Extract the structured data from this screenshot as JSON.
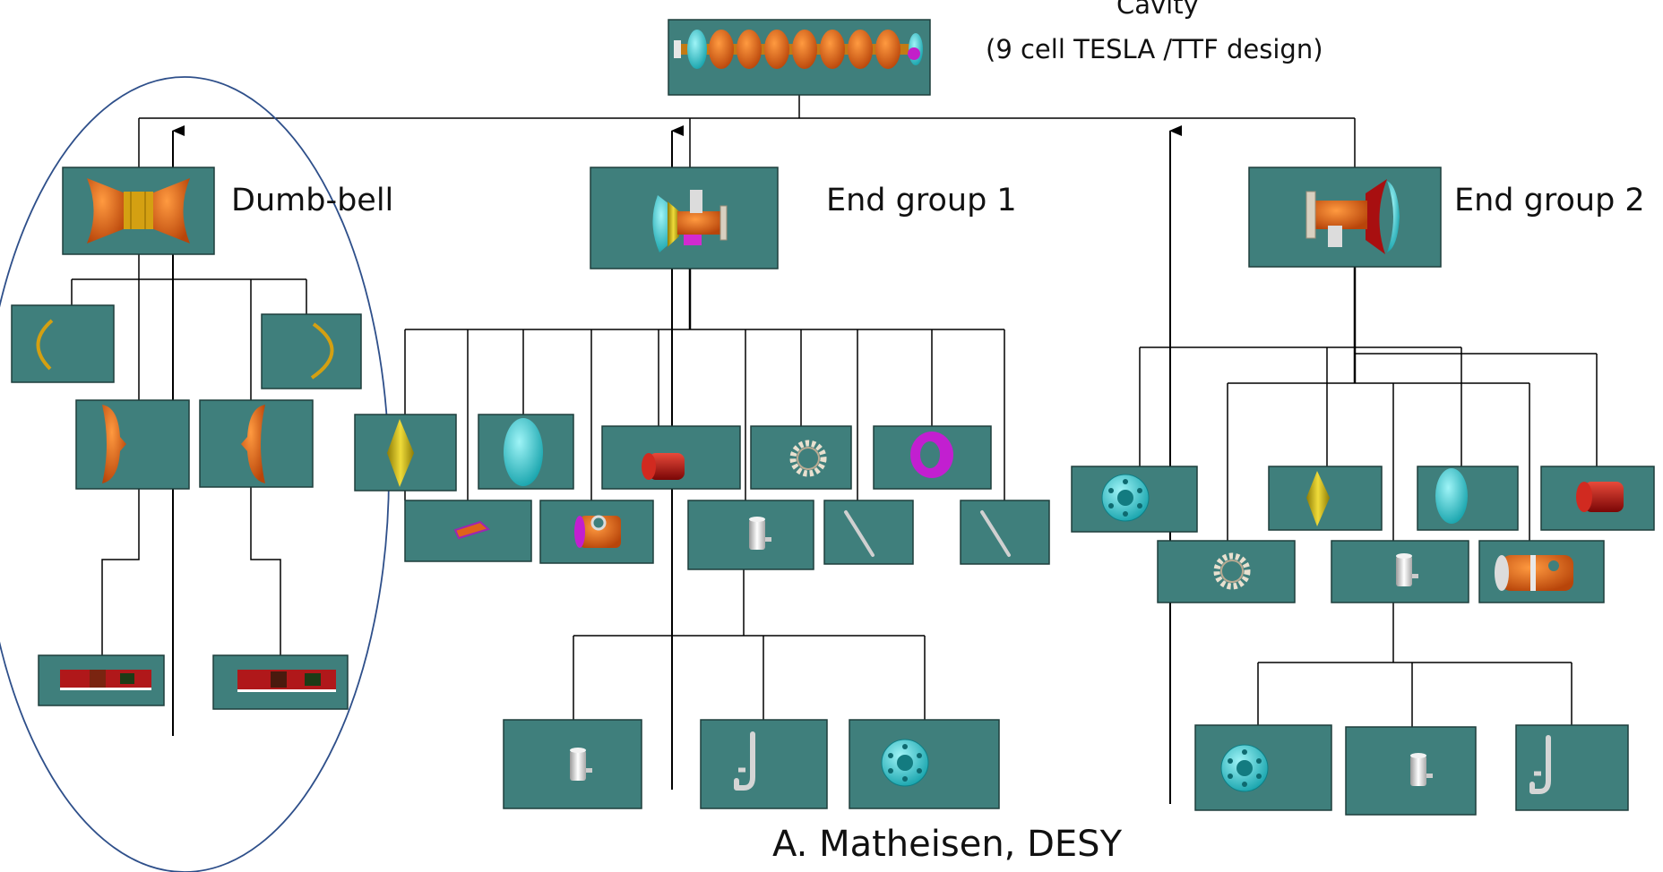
{
  "labels": {
    "cavity_top": "Cavity",
    "cavity_sub": "(9 cell TESLA /TTF design)",
    "dumbbell": "Dumb-bell",
    "end_group_1": "End group 1",
    "end_group_2": "End group 2",
    "credit": "A. Matheisen, DESY"
  },
  "colors": {
    "box_fill": "#3f7f7c",
    "line": "#000000",
    "ellipse": "#2e4f8a",
    "part_orange": "#e0620f",
    "part_cyan": "#28c6cf",
    "part_yellow": "#c9b40e",
    "part_red": "#c21010",
    "part_magenta": "#b51fc4",
    "part_silver": "#d9d9d9"
  },
  "parts": [
    {
      "id": "cavity",
      "icon": "cavity-9cell-icon"
    },
    {
      "id": "dumbbell",
      "icon": "dumbbell-icon"
    },
    {
      "id": "half-ring-left",
      "icon": "half-ring-icon"
    },
    {
      "id": "half-ring-right",
      "icon": "half-ring-icon"
    },
    {
      "id": "half-cell-left",
      "icon": "half-cell-icon"
    },
    {
      "id": "half-cell-right",
      "icon": "half-cell-icon"
    },
    {
      "id": "strip-left",
      "icon": "material-strip-icon"
    },
    {
      "id": "strip-right",
      "icon": "material-strip-icon"
    },
    {
      "id": "end-group-1",
      "icon": "end-group-icon"
    },
    {
      "id": "end-group-2",
      "icon": "end-group-icon"
    },
    {
      "id": "cone-yellow",
      "icon": "cone-icon"
    },
    {
      "id": "dome-cyan",
      "icon": "dome-icon"
    },
    {
      "id": "tube-red",
      "icon": "tube-icon"
    },
    {
      "id": "gear-ring",
      "icon": "gear-ring-icon"
    },
    {
      "id": "ring-magenta",
      "icon": "ring-icon"
    },
    {
      "id": "wedge-piece",
      "icon": "wedge-icon"
    },
    {
      "id": "beam-tube",
      "icon": "beam-tube-icon"
    },
    {
      "id": "port-cylinder",
      "icon": "port-cylinder-icon"
    },
    {
      "id": "curved-rod-1",
      "icon": "curved-rod-icon"
    },
    {
      "id": "curved-rod-2",
      "icon": "curved-rod-icon"
    },
    {
      "id": "hook-antenna",
      "icon": "hook-antenna-icon"
    },
    {
      "id": "flange",
      "icon": "flange-icon"
    }
  ]
}
